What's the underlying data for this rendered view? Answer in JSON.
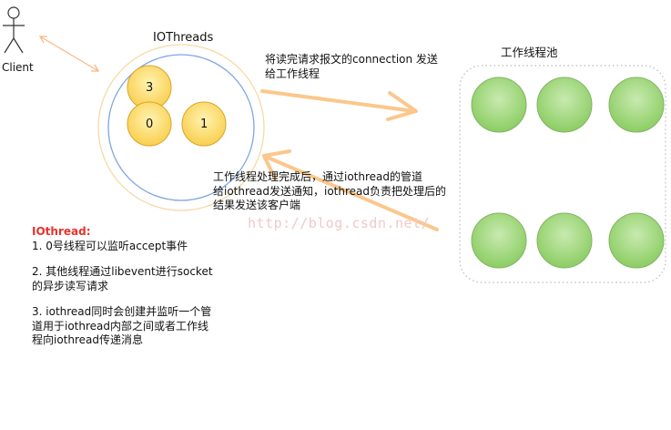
{
  "client_label": "Client",
  "iothreads_label": "IOThreads",
  "thread_ids": [
    "3",
    "0",
    "1"
  ],
  "pool_label": "工作线程池",
  "send_note": [
    "将读完请求报文的connection 发送",
    "给工作线程"
  ],
  "return_note": [
    "工作线程处理完成后，通过iothread的管道",
    "给iothread发送通知，iothread负责把处理后的",
    "结果发送该客户端"
  ],
  "iothread_title": "IOthread:",
  "iothread_points": [
    [
      "1. 0号线程可以监听accept事件"
    ],
    [
      "2. 其他线程通过libevent进行socket",
      "的异步读写请求"
    ],
    [
      "3. iothread同时会创建并监听一个管",
      "道用于iothread内部之间或者工作线",
      "程向iothread传递消息"
    ]
  ],
  "watermark": "http://blog.csdn.net/",
  "colors": {
    "thread_fill": "#fcd96a",
    "thread_stroke": "#d9a52a",
    "worker_fill": "#97d077",
    "worker_stroke": "#82b366",
    "arrow": "#fbc78c",
    "inner_ring": "#7ea6e0",
    "outer_ring": "#f8d9a6"
  }
}
